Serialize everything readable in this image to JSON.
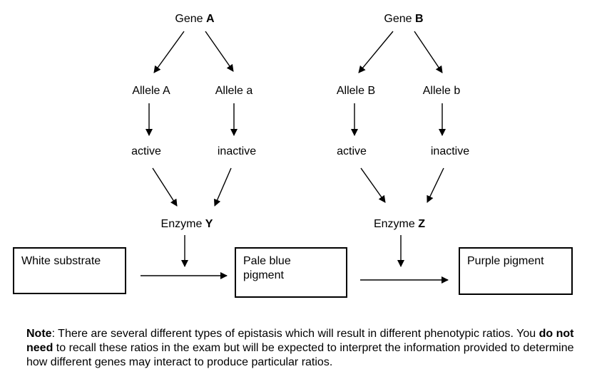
{
  "colors": {
    "background": "#ffffff",
    "ink": "#000000"
  },
  "nodes": {
    "gene_a": {
      "prefix": "Gene ",
      "bold": "A"
    },
    "gene_b": {
      "prefix": "Gene ",
      "bold": "B"
    },
    "allele_A_upper": "Allele A",
    "allele_a_lower": "Allele a",
    "allele_B_upper": "Allele B",
    "allele_b_lower": "Allele b",
    "active_a": "active",
    "inactive_a": "inactive",
    "active_b": "active",
    "inactive_b": "inactive",
    "enzyme_y": {
      "prefix": "Enzyme ",
      "bold": "Y"
    },
    "enzyme_z": {
      "prefix": "Enzyme ",
      "bold": "Z"
    }
  },
  "boxes": {
    "white_substrate": "White substrate",
    "pale_blue_pigment": "Pale blue pigment",
    "purple_pigment": "Purple pigment"
  },
  "note": {
    "bold1": "Note",
    "seg1": ": There are several different types of epistasis which will result in different phenotypic ratios. You ",
    "bold2": "do not need",
    "seg2": " to recall these ratios in the exam but will be expected to interpret the information provided to determine how different genes may interact to produce particular ratios."
  }
}
